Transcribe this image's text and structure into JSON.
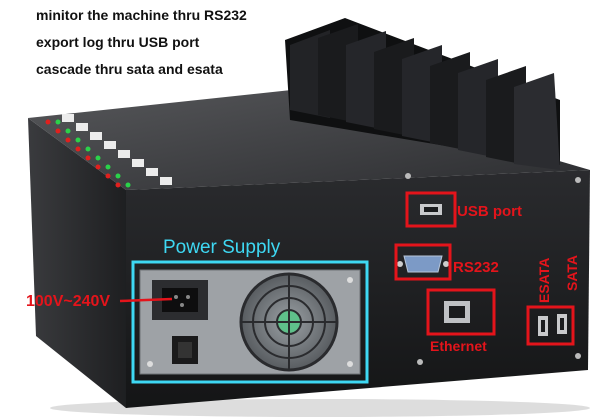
{
  "notes": [
    "minitor the machine thru RS232",
    "export log thru USB port",
    "cascade thru sata and esata"
  ],
  "labels": {
    "power_supply": "Power Supply",
    "voltage": "100V~240V",
    "usb_port": "USB port",
    "rs232": "RS232",
    "ethernet": "Ethernet",
    "esata": "ESATA",
    "sata": "SATA"
  },
  "colors": {
    "callout_red": "#e4141b",
    "power_supply_cyan": "#3ed8f3",
    "chassis": "#1b1c1e"
  }
}
